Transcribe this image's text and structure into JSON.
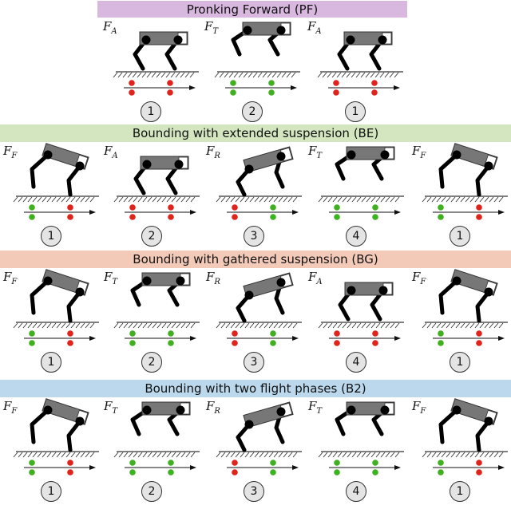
{
  "colors": {
    "pf": "#d9b8e0",
    "be": "#d3e6c0",
    "bg": "#f3c9b8",
    "b2": "#bcd8ec",
    "contact": "#e0231b",
    "flight": "#3fb020",
    "body": "#777777",
    "leg": "#000000"
  },
  "rows": [
    {
      "key": "pf",
      "title": "Pronking Forward (PF)",
      "panels": [
        {
          "mode": "F",
          "sub": "A",
          "phase": "1",
          "dots": "red-red",
          "pose": "stand"
        },
        {
          "mode": "F",
          "sub": "T",
          "phase": "2",
          "dots": "green-green",
          "pose": "fly"
        },
        {
          "mode": "F",
          "sub": "A",
          "phase": "1",
          "dots": "red-red",
          "pose": "stand"
        }
      ]
    },
    {
      "key": "be",
      "title": "Bounding with extended suspension (BE)",
      "panels": [
        {
          "mode": "F",
          "sub": "F",
          "phase": "1",
          "dots": "green-red",
          "pose": "front"
        },
        {
          "mode": "F",
          "sub": "A",
          "phase": "2",
          "dots": "red-red",
          "pose": "stand"
        },
        {
          "mode": "F",
          "sub": "R",
          "phase": "3",
          "dots": "red-green",
          "pose": "rear"
        },
        {
          "mode": "F",
          "sub": "T",
          "phase": "4",
          "dots": "green-green",
          "pose": "fly"
        },
        {
          "mode": "F",
          "sub": "F",
          "phase": "1",
          "dots": "green-red",
          "pose": "front"
        }
      ]
    },
    {
      "key": "bg",
      "title": "Bounding with gathered suspension (BG)",
      "panels": [
        {
          "mode": "F",
          "sub": "F",
          "phase": "1",
          "dots": "green-red",
          "pose": "front"
        },
        {
          "mode": "F",
          "sub": "T",
          "phase": "2",
          "dots": "green-green",
          "pose": "fly"
        },
        {
          "mode": "F",
          "sub": "R",
          "phase": "3",
          "dots": "red-green",
          "pose": "rear"
        },
        {
          "mode": "F",
          "sub": "A",
          "phase": "4",
          "dots": "red-red",
          "pose": "stand"
        },
        {
          "mode": "F",
          "sub": "F",
          "phase": "1",
          "dots": "green-red",
          "pose": "front"
        }
      ]
    },
    {
      "key": "b2",
      "title": "Bounding with two flight phases (B2)",
      "panels": [
        {
          "mode": "F",
          "sub": "F",
          "phase": "1",
          "dots": "green-red",
          "pose": "front"
        },
        {
          "mode": "F",
          "sub": "T",
          "phase": "2",
          "dots": "green-green",
          "pose": "fly"
        },
        {
          "mode": "F",
          "sub": "R",
          "phase": "3",
          "dots": "red-green",
          "pose": "rear"
        },
        {
          "mode": "F",
          "sub": "T",
          "phase": "4",
          "dots": "green-green",
          "pose": "fly"
        },
        {
          "mode": "F",
          "sub": "F",
          "phase": "1",
          "dots": "green-red",
          "pose": "front"
        }
      ]
    }
  ]
}
